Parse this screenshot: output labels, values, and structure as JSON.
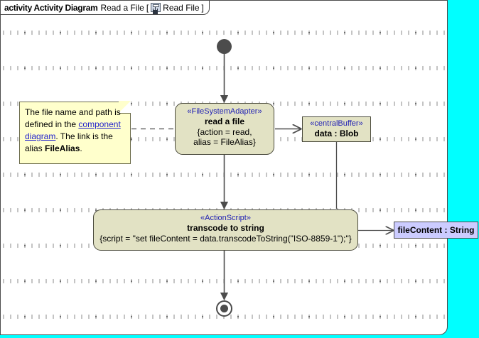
{
  "frame": {
    "keyword": "activity Activity Diagram",
    "diagram_name": "Read a File",
    "bracket_open": "[",
    "icon": "activity-diagram-icon",
    "icon_label": "Read File",
    "bracket_close": "]"
  },
  "note": {
    "name": "file-path-note",
    "line1": "The file name and path is",
    "line2_pre": "defined in the ",
    "link": "component diagram",
    "line2_post": ". The link is the",
    "line3_pre": "alias ",
    "bold": "FileAlias",
    "line3_post": "."
  },
  "nodes": {
    "initial": {
      "name": "initial-node"
    },
    "read_a_file": {
      "stereotype": "«FileSystemAdapter»",
      "label": "read a file",
      "prop_line1": "{action = read,",
      "prop_line2": "alias = FileAlias}"
    },
    "central_buffer": {
      "stereotype": "«centralBuffer»",
      "label": "data : Blob"
    },
    "transcode": {
      "stereotype": "«ActionScript»",
      "label": "transcode to string",
      "prop_line1": "{script = \"set fileContent = data.transcodeToString(\"ISO-8859-1\");\"}"
    },
    "output_pin": {
      "label": "fileContent : String"
    },
    "final": {
      "name": "activity-final-node"
    }
  },
  "colors": {
    "canvas_background": "#00ffff",
    "frame_background": "#ffffff",
    "node_fill": "#e2e2c4",
    "node_border": "#4a4a3c",
    "note_fill": "#ffffcc",
    "stereotype_text": "#2323b4",
    "pin_fill": "#ccccff",
    "link_text": "#2323cc",
    "edge": "#4c4c4c"
  }
}
